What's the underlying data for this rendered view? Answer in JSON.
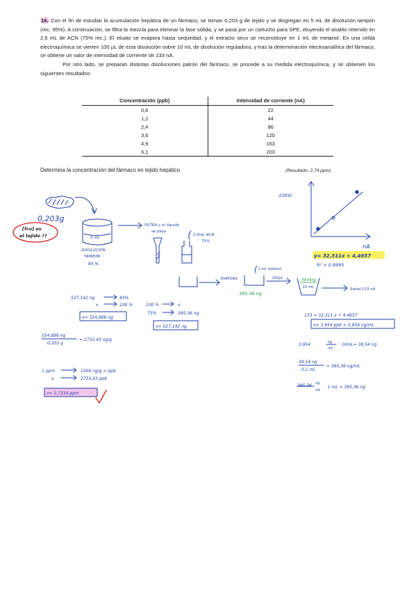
{
  "problem": {
    "number": "16.",
    "para1": "Con el fin de estudiar la acumulación hepática de un fármaco, se toman 0,203 g de tejido y se disgregan en 5 mL de disolución tampón (rec. 95%). A continuación, se filtra la mezcla para eliminar la fase sólida, y se pasa por un cartucho para SPE, eluyendo el analito retenido en 2,5 mL de ACN (75% rec.). El eluato se evapora hasta sequedad, y el extracto seco se reconstituye en 1 mL de metanol. En una celda electroquímica se vierten 100 µL de esta disolución sobre 10 mL de disolución reguladora, y tras la determinación electroanalítica del fármaco, se obtiene un valor de intensidad de corriente de 133 nA.",
    "para2": "Por otro lado, se preparan distintas disoluciones patrón del fármaco, se procede a su medida electroquímica, y se obtienen los siguientes resultados:",
    "question": "Determina la concentración del fármaco en tejido hepático",
    "result": "(Resultado: 2,74 ppm)"
  },
  "table": {
    "headers": [
      "Concentración (ppb)",
      "Intensidad de corriente (nA)"
    ],
    "rows": [
      [
        "0,6",
        "22"
      ],
      [
        "1,2",
        "44"
      ],
      [
        "2,4",
        "86"
      ],
      [
        "3,6",
        "120"
      ],
      [
        "4,9",
        "163"
      ],
      [
        "6,1",
        "203"
      ]
    ]
  },
  "notes": {
    "sample_mass": "0,203g",
    "fco_label_1": "[fco] es",
    "fco_label_2": "el tejido ??",
    "beaker_volume": "5 mL",
    "beaker_label_1": "DISOLUCIÓN",
    "beaker_label_2": "TAMPÓN",
    "beaker_label_3": "95 %",
    "filter_label_1": "FILTRA y el líquido",
    "filter_label_2": "se pasa",
    "acn_label_1": "2,5mL ACN",
    "acn_label_2": "75%",
    "evapora": "EVAPORA",
    "metanol": "1 mL metanol",
    "micro": "100µL",
    "green_mass": "395,36 ng",
    "cell_green": "39,54ng",
    "cell_vol": "10 mL",
    "senal": "Señal 133 nA",
    "axis_y": "conc",
    "axis_x": "nA",
    "regression": "y= 32,311x + 4,4657",
    "r2": "R² = 0,9995",
    "left_calc_1a": "527,142 ng",
    "left_calc_1b": "95%",
    "left_calc_2a": "x",
    "left_calc_2b": "100 %",
    "left_box_1": "x= 554,886 ng",
    "mid_calc_1a": "100 %",
    "mid_calc_1b": "x",
    "mid_calc_2a": "75%",
    "mid_calc_2b": "395,36 ng",
    "mid_box": "x= 527,142 ng",
    "frac_num": "554,886 ng",
    "frac_den": "0,203 g",
    "frac_res": "= 2733,43 ng/g",
    "ppm_1a": "1 ppm",
    "ppm_1b": "1000 ng/g = ppb",
    "ppm_2a": "x",
    "ppm_2b": "2733,43 ppb",
    "final_box": "x= 2,7334 ppm",
    "right_eq": "133 = 32,311 x + 4,4657",
    "right_box": "x= 3,954 ppb = 3,954 ng/mL",
    "right_c1a": "3,954",
    "right_c1b": "ng",
    "right_c1c": "mL",
    "right_c1d": "· 10mL= 39,54 ng",
    "right_c2a": "39,54 ng",
    "right_c2b": "0,1 mL",
    "right_c2c": "= 395,36 ng/mL",
    "right_c3a": "395,36",
    "right_c3b": "ng",
    "right_c3c": "mL",
    "right_c3d": "· 1 mL = 395,36 ng"
  },
  "colors": {
    "ink": "#1f3fa8",
    "green": "#1a9a3a",
    "red": "#d42020",
    "highlight_yellow": "#f8f060",
    "highlight_pink": "#f3c6ec"
  }
}
